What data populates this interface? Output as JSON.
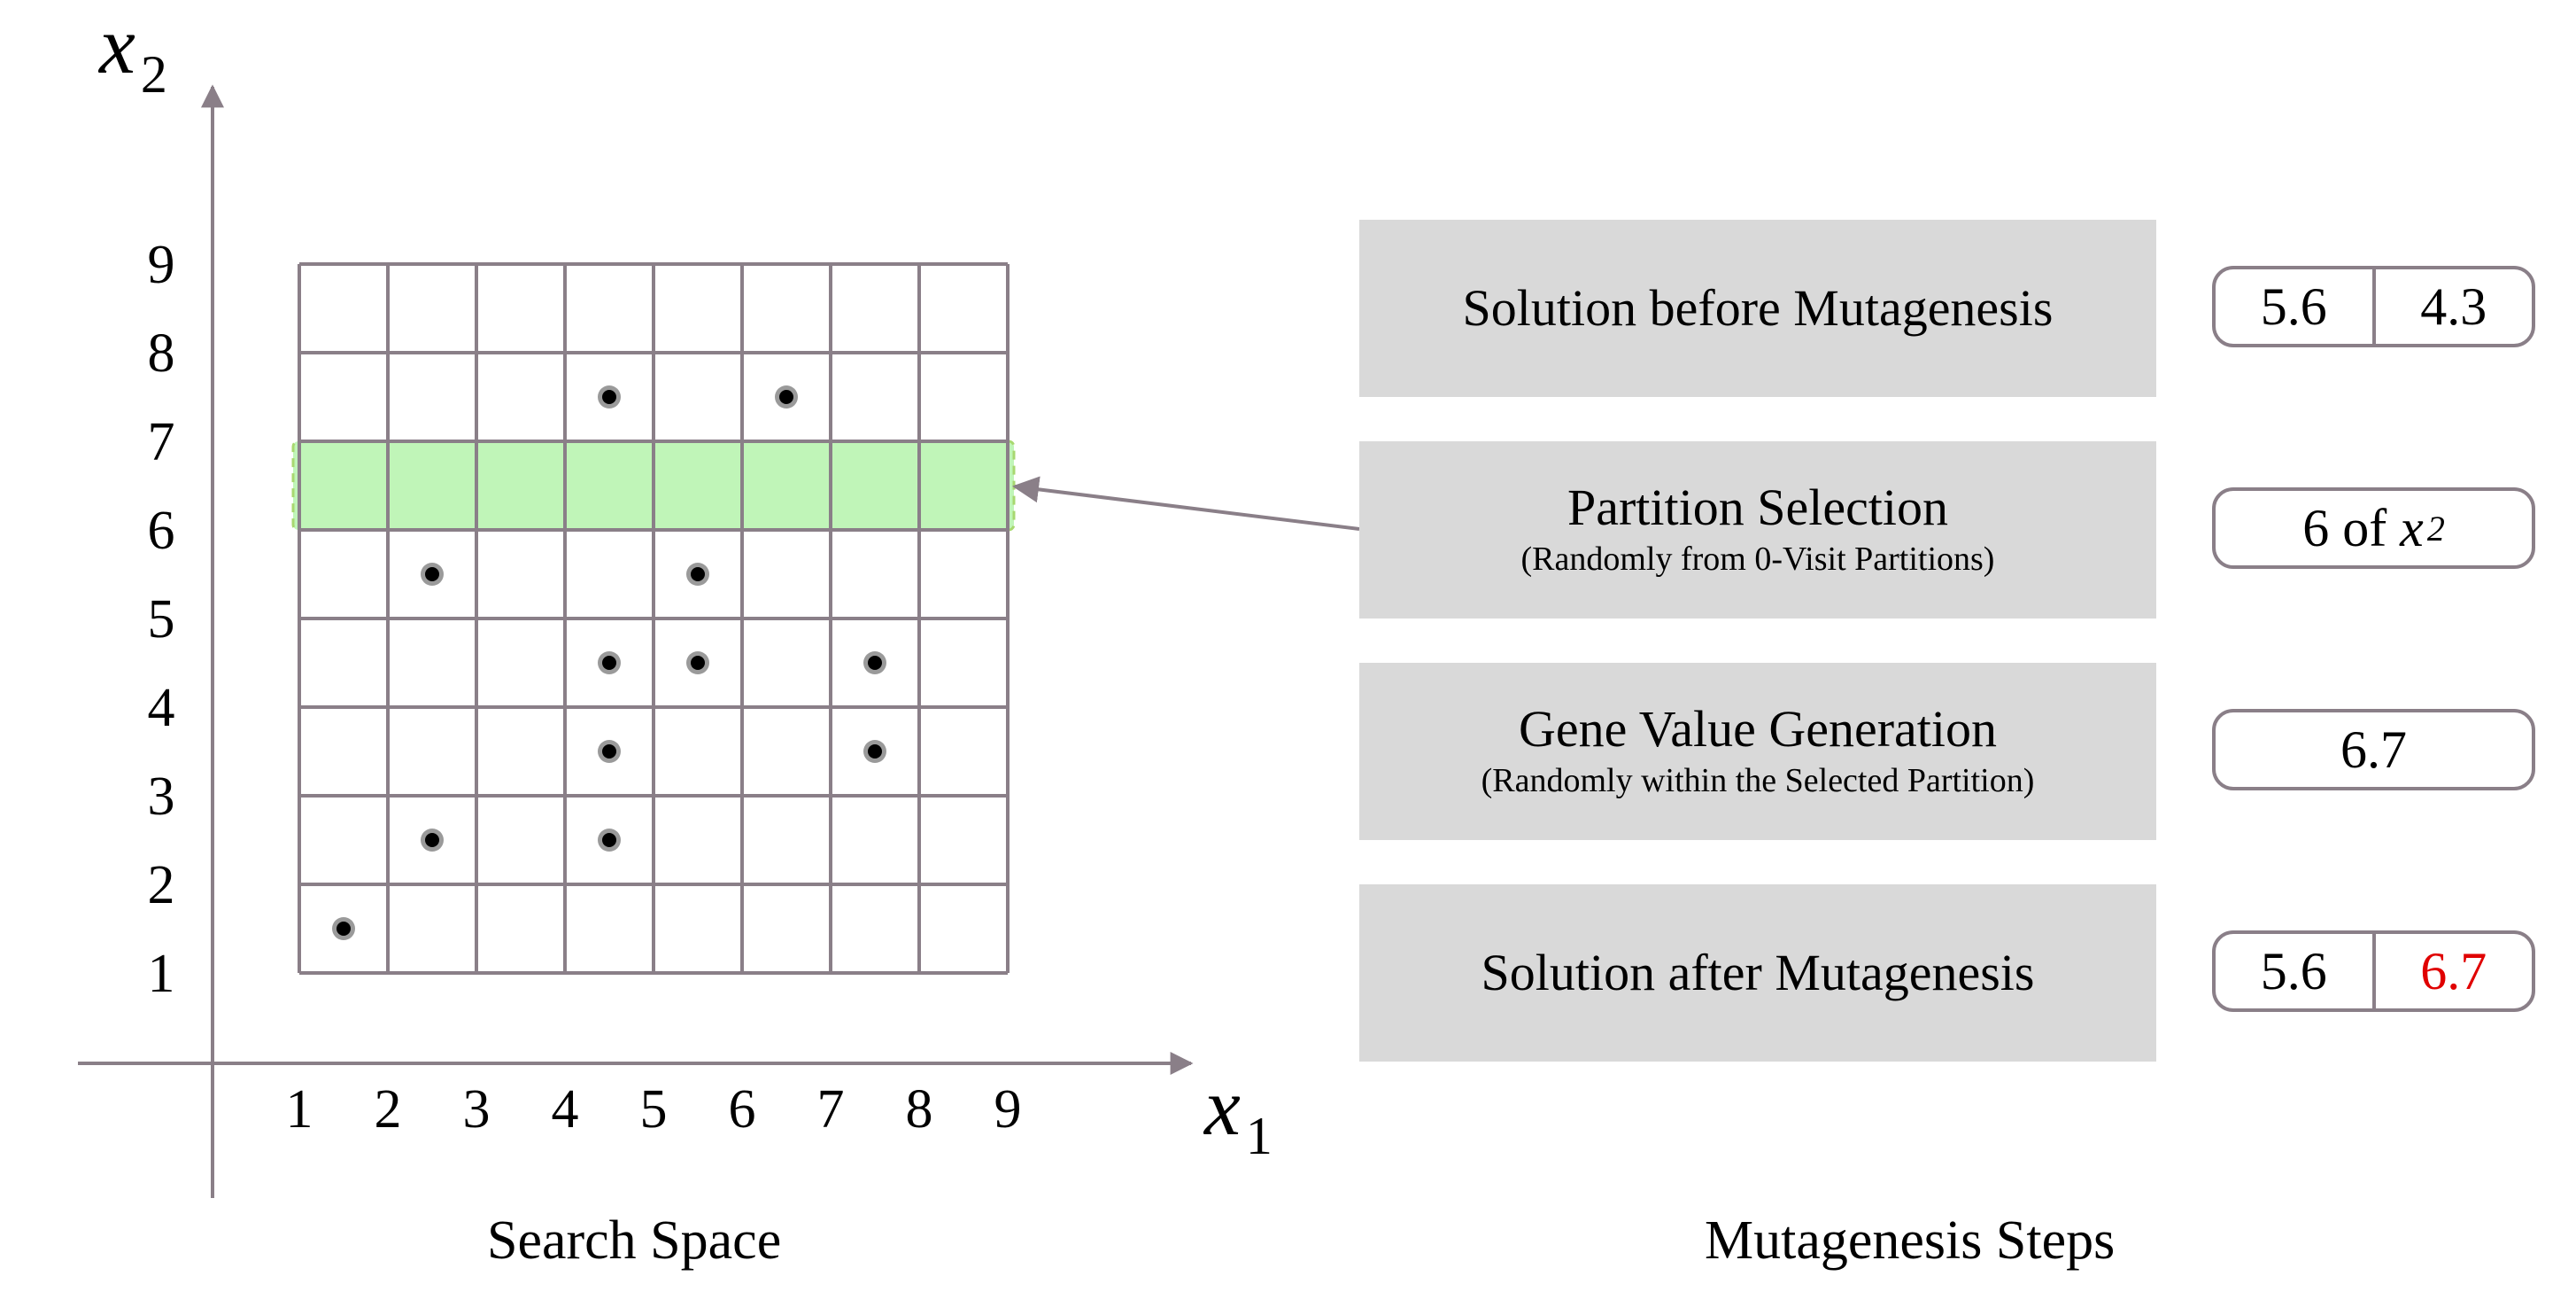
{
  "search_space": {
    "caption": "Search Space",
    "x_axis": {
      "var": "x",
      "sub": "1",
      "ticks": [
        "1",
        "2",
        "3",
        "4",
        "5",
        "6",
        "7",
        "8",
        "9"
      ]
    },
    "y_axis": {
      "var": "x",
      "sub": "2",
      "ticks": [
        "1",
        "2",
        "3",
        "4",
        "5",
        "6",
        "7",
        "8",
        "9"
      ]
    },
    "grid": {
      "x_range": [
        1,
        9
      ],
      "y_range": [
        1,
        9
      ],
      "line_color": "#8a7f88"
    },
    "points": [
      {
        "x": 1.5,
        "y": 1.5
      },
      {
        "x": 2.5,
        "y": 2.5
      },
      {
        "x": 4.5,
        "y": 2.5
      },
      {
        "x": 4.5,
        "y": 3.5
      },
      {
        "x": 7.5,
        "y": 3.5
      },
      {
        "x": 4.5,
        "y": 4.5
      },
      {
        "x": 5.5,
        "y": 4.5
      },
      {
        "x": 7.5,
        "y": 4.5
      },
      {
        "x": 2.5,
        "y": 5.5
      },
      {
        "x": 5.5,
        "y": 5.5
      },
      {
        "x": 4.5,
        "y": 7.5
      },
      {
        "x": 6.5,
        "y": 7.5
      }
    ],
    "highlight": {
      "y_from": 6,
      "y_to": 7,
      "color": "#c0f5b8"
    }
  },
  "mutagenesis": {
    "caption": "Mutagenesis Steps",
    "steps": [
      {
        "title": "Solution before Mutagenesis",
        "subtitle": ""
      },
      {
        "title": "Partition Selection",
        "subtitle": "(Randomly from 0-Visit Partitions)"
      },
      {
        "title": "Gene Value Generation",
        "subtitle": "(Randomly within the Selected Partition)"
      },
      {
        "title": "Solution after Mutagenesis",
        "subtitle": ""
      }
    ],
    "before": [
      "5.6",
      "4.3"
    ],
    "partition": {
      "text": "6 of ",
      "var": "x",
      "sub": "2"
    },
    "generated": "6.7",
    "after": [
      "5.6",
      "6.7"
    ],
    "mutated_color": "#e00000"
  }
}
